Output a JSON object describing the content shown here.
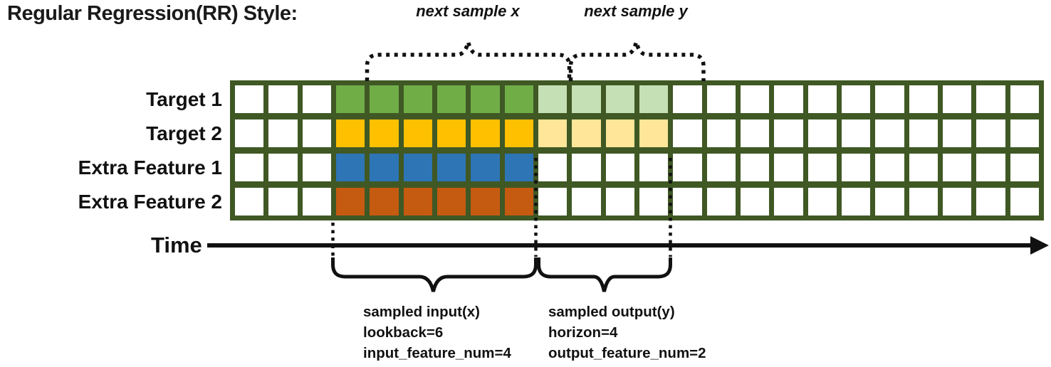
{
  "title": "Regular Regression(RR) Style:",
  "labels": {
    "next_sample_x": "next sample x",
    "next_sample_y": "next sample y",
    "time": "Time"
  },
  "grid": {
    "num_columns": 24,
    "lead_empty_columns": 3,
    "lookback": 6,
    "horizon": 4,
    "border_color": "#3f5824",
    "empty_cell_color": "#ffffff",
    "rows": [
      {
        "label": "Target 1",
        "role": "target",
        "input_color": "#70ad47",
        "output_color": "#c5e0b4"
      },
      {
        "label": "Target 2",
        "role": "target",
        "input_color": "#ffc000",
        "output_color": "#ffe699"
      },
      {
        "label": "Extra Feature 1",
        "role": "extra-feature",
        "input_color": "#2e75b6",
        "output_color": ""
      },
      {
        "label": "Extra Feature 2",
        "role": "extra-feature",
        "input_color": "#c55a11",
        "output_color": ""
      }
    ]
  },
  "annotations": {
    "input": {
      "title": "sampled input(x)",
      "lookback": "lookback=6",
      "feature_num": "input_feature_num=4"
    },
    "output": {
      "title": "sampled output(y)",
      "horizon": "horizon=4",
      "feature_num": "output_feature_num=2"
    }
  }
}
